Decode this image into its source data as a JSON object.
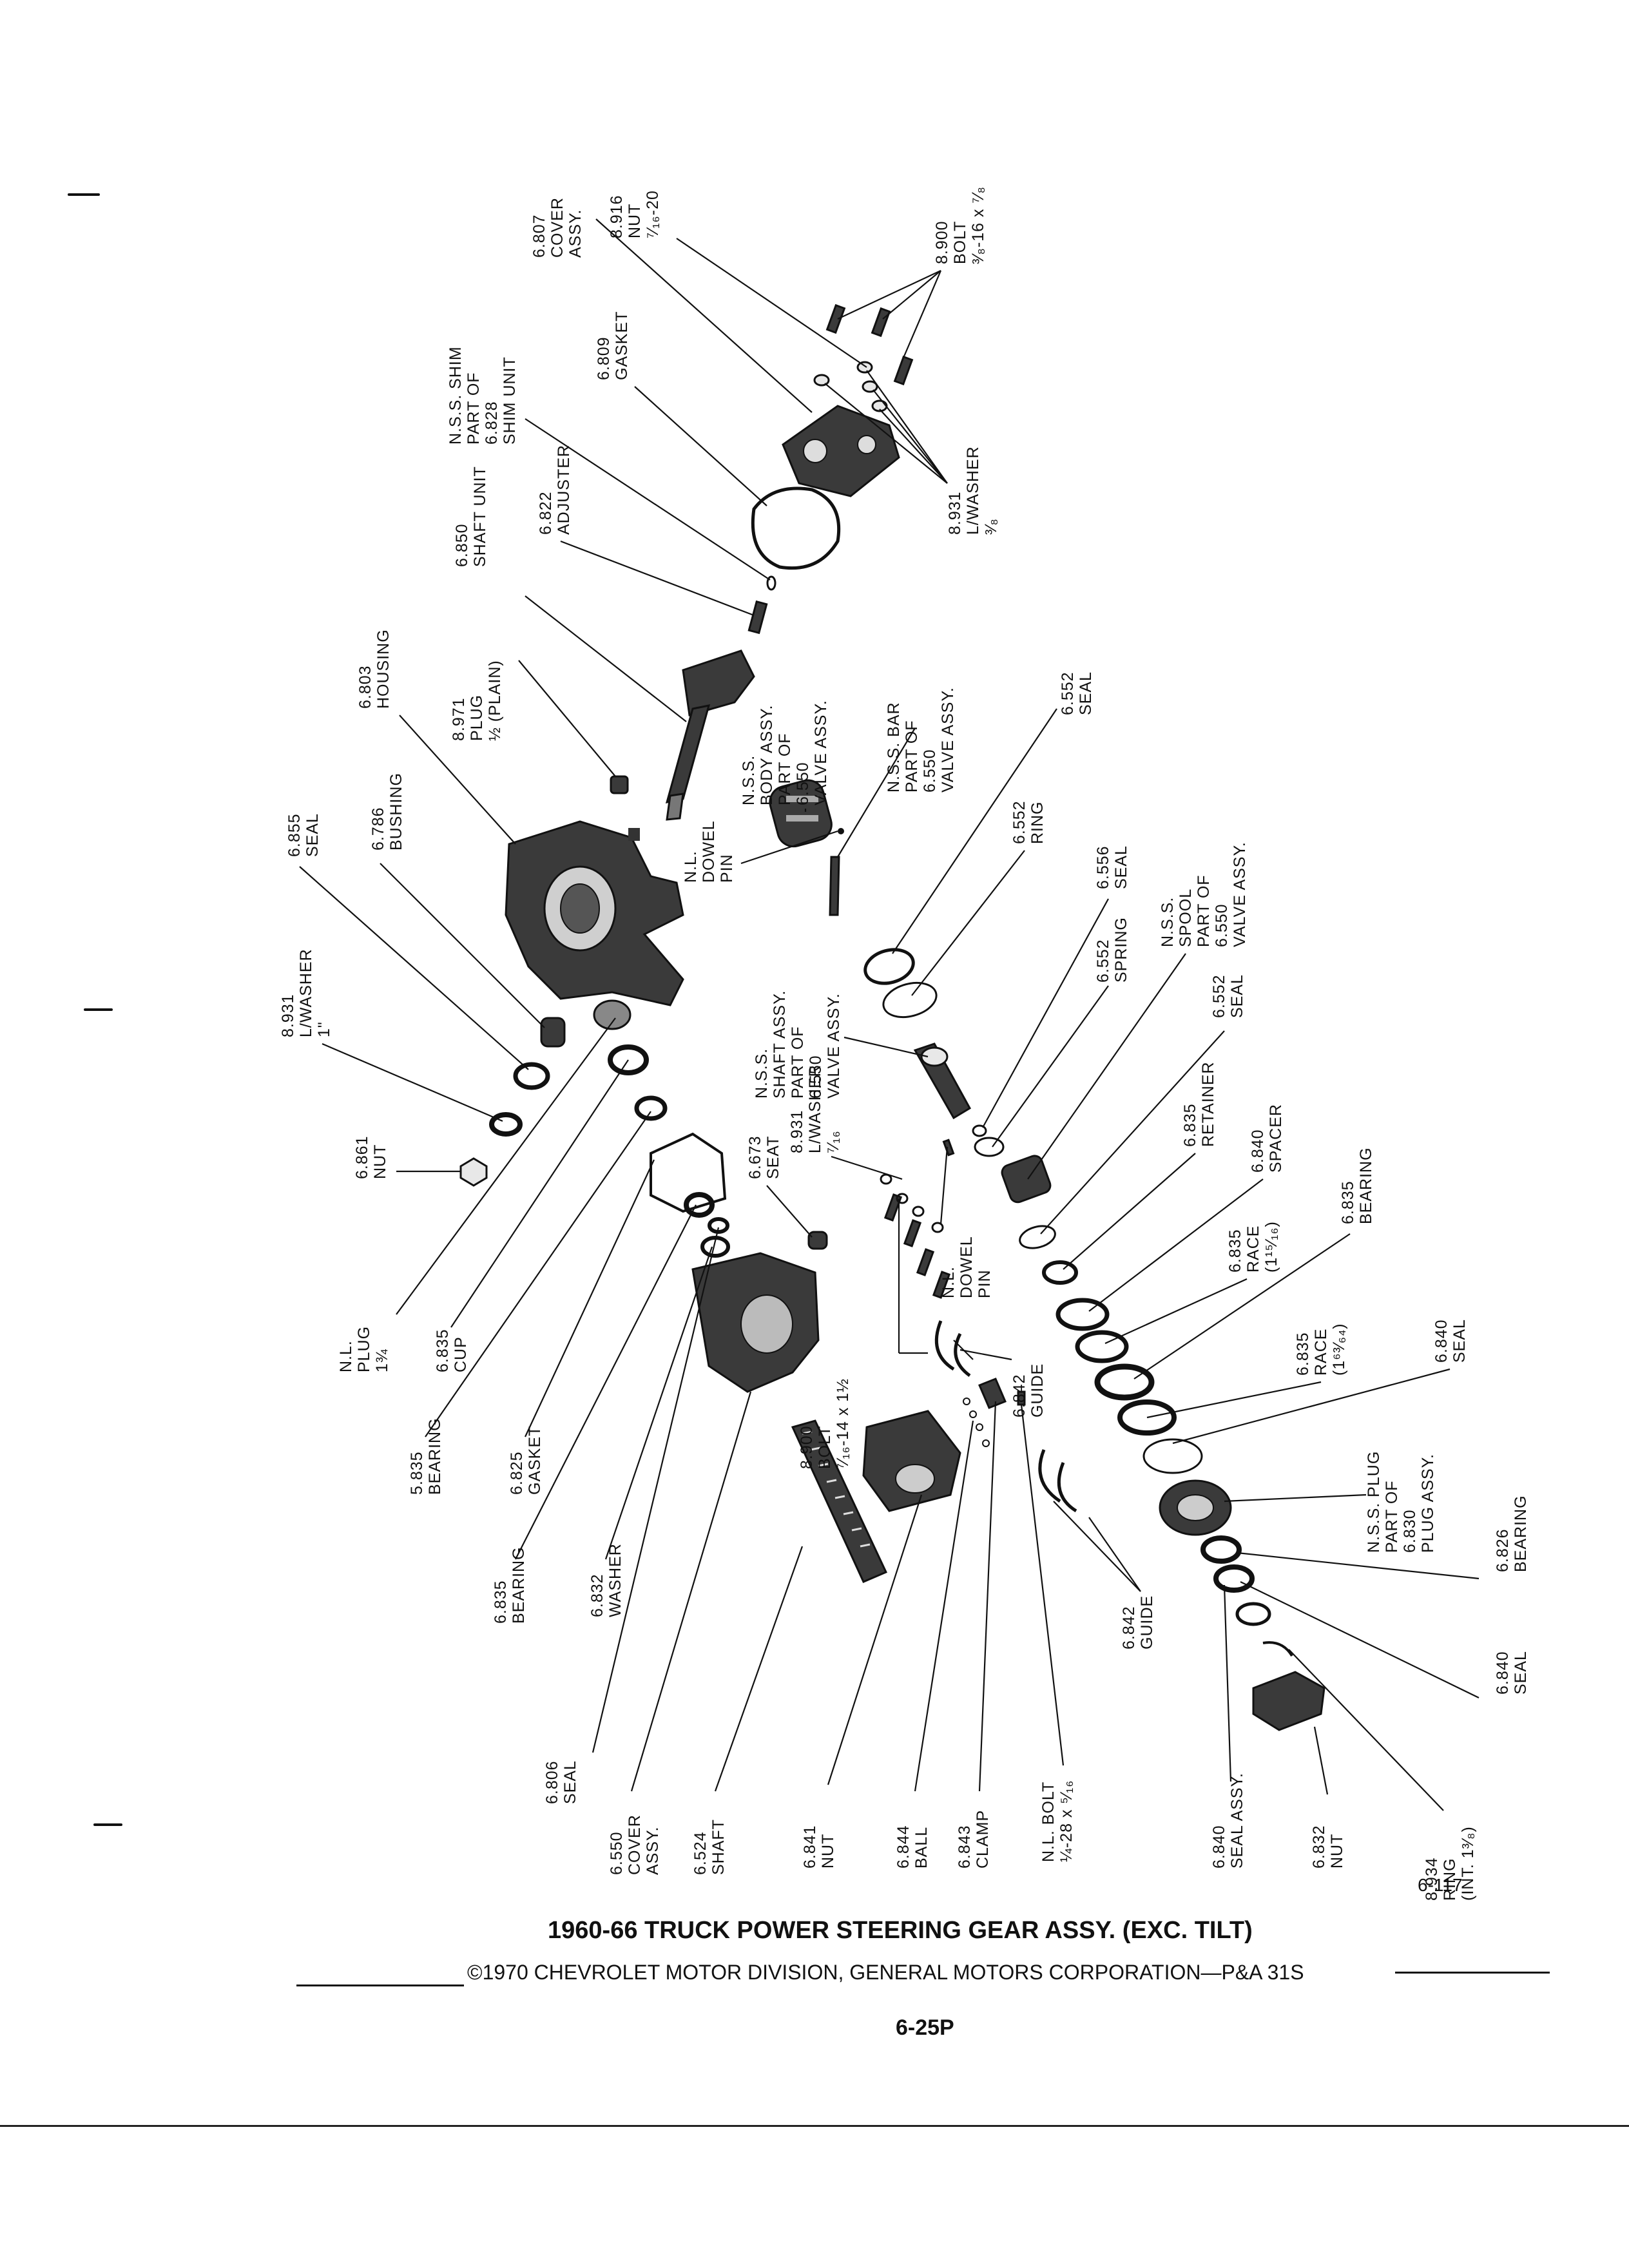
{
  "figure_code": "6-117",
  "title": "1960-66 TRUCK POWER STEERING GEAR ASSY. (EXC. TILT)",
  "copyright": "©1970 CHEVROLET MOTOR DIVISION, GENERAL MOTORS CORPORATION—P&A 31S",
  "page_number": "6-25P",
  "callouts": [
    {
      "id": "c01",
      "lines": [
        "6.807",
        "COVER",
        "ASSY."
      ]
    },
    {
      "id": "c02",
      "lines": [
        "8.916",
        "NUT",
        "⁷⁄₁₆-20"
      ]
    },
    {
      "id": "c03",
      "lines": [
        "8.900",
        "BOLT",
        "³⁄₈-16 x ⁷⁄₈"
      ]
    },
    {
      "id": "c04",
      "lines": [
        "N.S.S. SHIM",
        "PART OF",
        "6.828",
        "SHIM UNIT"
      ]
    },
    {
      "id": "c05",
      "lines": [
        "6.809",
        "GASKET"
      ]
    },
    {
      "id": "c06",
      "lines": [
        "6.850",
        "SHAFT UNIT"
      ]
    },
    {
      "id": "c07",
      "lines": [
        "6.822",
        "ADJUSTER"
      ]
    },
    {
      "id": "c08",
      "lines": [
        "8.931",
        "L/WASHER",
        "³⁄₈"
      ]
    },
    {
      "id": "c09",
      "lines": [
        "6.803",
        "HOUSING"
      ]
    },
    {
      "id": "c10",
      "lines": [
        "8.971",
        "PLUG",
        "½ (PLAIN)"
      ]
    },
    {
      "id": "c11",
      "lines": [
        "N.S.S.",
        "BODY ASSY.",
        "PART OF",
        "6.550",
        "VALVE ASSY."
      ]
    },
    {
      "id": "c12",
      "lines": [
        "N.S.S. BAR",
        "PART OF",
        "6.550",
        "VALVE ASSY."
      ]
    },
    {
      "id": "c13",
      "lines": [
        "6.552",
        "SEAL"
      ]
    },
    {
      "id": "c14",
      "lines": [
        "6.855",
        "SEAL"
      ]
    },
    {
      "id": "c15",
      "lines": [
        "6.786",
        "BUSHING"
      ]
    },
    {
      "id": "c16",
      "lines": [
        "N.L.",
        "DOWEL",
        "PIN"
      ]
    },
    {
      "id": "c17",
      "lines": [
        "6.552",
        "RING"
      ]
    },
    {
      "id": "c18",
      "lines": [
        "6.556",
        "SEAL"
      ]
    },
    {
      "id": "c19",
      "lines": [
        "8.931",
        "L/WASHER",
        "1\""
      ]
    },
    {
      "id": "c20",
      "lines": [
        "N.S.S.",
        "SHAFT ASSY.",
        "PART OF",
        "6.550",
        "VALVE ASSY."
      ]
    },
    {
      "id": "c21",
      "lines": [
        "6.552",
        "SPRING"
      ]
    },
    {
      "id": "c22",
      "lines": [
        "N.S.S.",
        "SPOOL",
        "PART OF",
        "6.550",
        "VALVE ASSY."
      ]
    },
    {
      "id": "c23",
      "lines": [
        "6.552",
        "SEAL"
      ]
    },
    {
      "id": "c24",
      "lines": [
        "6.861",
        "NUT"
      ]
    },
    {
      "id": "c25",
      "lines": [
        "8.931",
        "L/WASHER",
        "⁷⁄₁₆"
      ]
    },
    {
      "id": "c26",
      "lines": [
        "6.673",
        "SEAT"
      ]
    },
    {
      "id": "c27",
      "lines": [
        "6.835",
        "RETAINER"
      ]
    },
    {
      "id": "c28",
      "lines": [
        "6.840",
        "SPACER"
      ]
    },
    {
      "id": "c29",
      "lines": [
        "N.L.",
        "DOWEL",
        "PIN"
      ]
    },
    {
      "id": "c30",
      "lines": [
        "6.835",
        "RACE",
        "(1¹⁵⁄₁₆)"
      ]
    },
    {
      "id": "c31",
      "lines": [
        "6.835",
        "BEARING"
      ]
    },
    {
      "id": "c32",
      "lines": [
        "N.L.",
        "PLUG",
        "1¾"
      ]
    },
    {
      "id": "c33",
      "lines": [
        "6.835",
        "CUP"
      ]
    },
    {
      "id": "c34",
      "lines": [
        "8.900",
        "BOLT",
        "⁷⁄₁₆-14 x 1½"
      ]
    },
    {
      "id": "c35",
      "lines": [
        "6.842",
        "GUIDE"
      ]
    },
    {
      "id": "c36",
      "lines": [
        "6.835",
        "RACE",
        "(1⁶³⁄₆₄)"
      ]
    },
    {
      "id": "c37",
      "lines": [
        "6.840",
        "SEAL"
      ]
    },
    {
      "id": "c38",
      "lines": [
        "5.835",
        "BEARING"
      ]
    },
    {
      "id": "c39",
      "lines": [
        "6.825",
        "GASKET"
      ]
    },
    {
      "id": "c40",
      "lines": [
        "N.S.S. PLUG",
        "PART OF",
        "6.830",
        "PLUG ASSY."
      ]
    },
    {
      "id": "c41",
      "lines": [
        "6.835",
        "BEARING"
      ]
    },
    {
      "id": "c42",
      "lines": [
        "6.832",
        "WASHER"
      ]
    },
    {
      "id": "c43",
      "lines": [
        "6.826",
        "BEARING"
      ]
    },
    {
      "id": "c44",
      "lines": [
        "6.842",
        "GUIDE"
      ]
    },
    {
      "id": "c45",
      "lines": [
        "6.806",
        "SEAL"
      ]
    },
    {
      "id": "c46",
      "lines": [
        "6.840",
        "SEAL"
      ]
    },
    {
      "id": "c47",
      "lines": [
        "6.550",
        "COVER",
        "ASSY."
      ]
    },
    {
      "id": "c48",
      "lines": [
        "6.524",
        "SHAFT"
      ]
    },
    {
      "id": "c49",
      "lines": [
        "6.841",
        "NUT"
      ]
    },
    {
      "id": "c50",
      "lines": [
        "6.844",
        "BALL"
      ]
    },
    {
      "id": "c51",
      "lines": [
        "6.843",
        "CLAMP"
      ]
    },
    {
      "id": "c52",
      "lines": [
        "N.L. BOLT",
        "¼-28 x ⁵⁄₁₆"
      ]
    },
    {
      "id": "c53",
      "lines": [
        "6.840",
        "SEAL ASSY."
      ]
    },
    {
      "id": "c54",
      "lines": [
        "6.832",
        "NUT"
      ]
    },
    {
      "id": "c55",
      "lines": [
        "8.934",
        "RING",
        "(INT. 1³⁄₈)"
      ]
    }
  ]
}
